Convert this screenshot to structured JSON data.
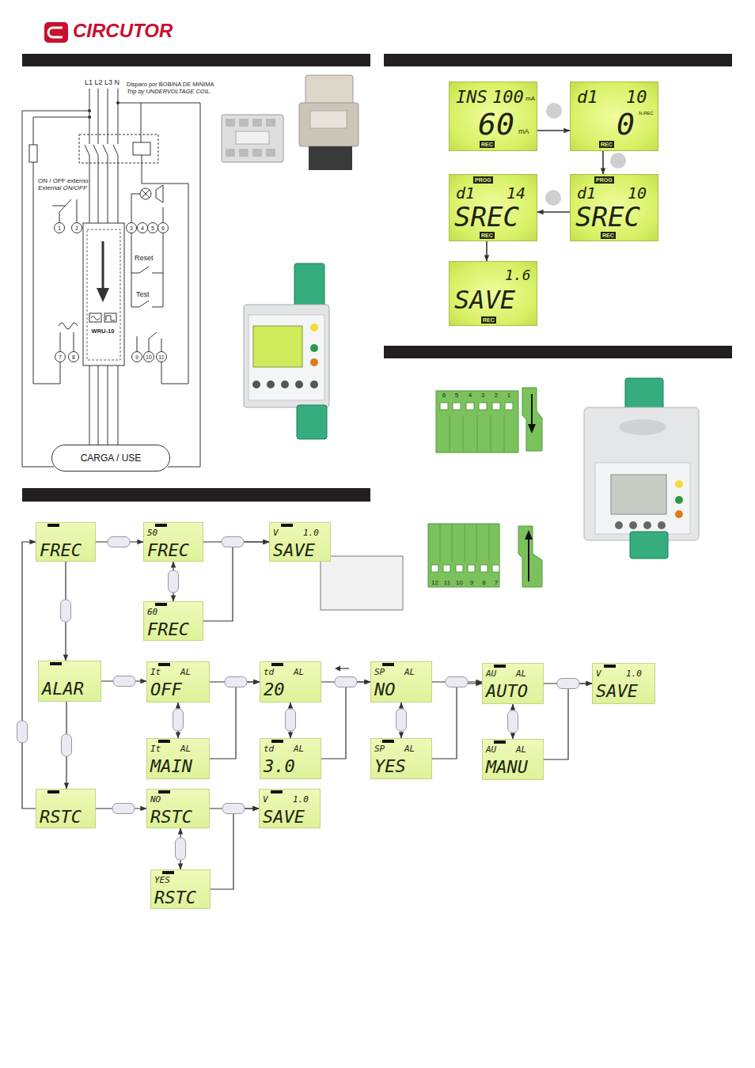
{
  "diagram": {
    "nodes": [
      {
        "text": [
          "CARGA / USE"
        ]
      },
      {
        "text": [
          "INS",
          "100",
          "mA",
          "60",
          "mA",
          "REC"
        ]
      },
      {
        "text": [
          "d1",
          "10",
          "N.REC",
          "0",
          "REC"
        ]
      },
      {
        "text": [
          "PROG",
          "d1",
          "10",
          "SREC",
          "REC"
        ]
      },
      {
        "text": [
          "PROG",
          "d1",
          "14",
          "SREC",
          "REC"
        ]
      },
      {
        "text": [
          "1.6",
          "SAVE",
          "REC"
        ]
      },
      {
        "text": [
          "FREC"
        ]
      },
      {
        "text": [
          "50",
          "FREC"
        ]
      },
      {
        "text": [
          "V",
          "1.0",
          "SAVE"
        ]
      },
      {
        "text": [
          "60",
          "FREC"
        ]
      },
      {
        "text": [
          "ALAR"
        ]
      },
      {
        "text": [
          "It",
          "AL",
          "OFF"
        ]
      },
      {
        "text": [
          "It",
          "AL",
          "MAIN"
        ]
      },
      {
        "text": [
          "td",
          "AL",
          "20"
        ]
      },
      {
        "text": [
          "td",
          "AL",
          "3.0"
        ]
      },
      {
        "text": [
          "SP",
          "AL",
          "NO"
        ]
      },
      {
        "text": [
          "SP",
          "AL",
          "YES"
        ]
      },
      {
        "text": [
          "AU",
          "AL",
          "AUTO"
        ]
      },
      {
        "text": [
          "AU",
          "AL",
          "MANU"
        ]
      },
      {
        "text": [
          "V",
          "1.0",
          "SAVE"
        ]
      },
      {
        "text": [
          "RSTC"
        ]
      },
      {
        "text": [
          "NO",
          "RSTC"
        ]
      },
      {
        "text": [
          "YES",
          "RSTC"
        ]
      },
      {
        "text": [
          "V",
          "1.0",
          "SAVE"
        ]
      }
    ],
    "edges": [
      {
        "from": 1,
        "to": 2,
        "arrow": "to"
      },
      {
        "from": 2,
        "to": 3,
        "arrow": "to"
      },
      {
        "from": 3,
        "to": 4,
        "arrow": "to"
      },
      {
        "from": 4,
        "to": 5,
        "arrow": "to"
      },
      {
        "from": 6,
        "to": 7,
        "arrow": "to"
      },
      {
        "from": 7,
        "to": 9,
        "arrow": "both"
      },
      {
        "from": 7,
        "to": 8,
        "arrow": "to"
      },
      {
        "from": 9,
        "to": 8,
        "arrow": "to"
      },
      {
        "from": 6,
        "to": 10,
        "arrow": "to"
      },
      {
        "from": 10,
        "to": 20,
        "arrow": "to"
      },
      {
        "from": 20,
        "to": 6,
        "arrow": "to"
      },
      {
        "from": 10,
        "to": 11,
        "arrow": "to"
      },
      {
        "from": 11,
        "to": 12,
        "arrow": "both"
      },
      {
        "from": 11,
        "to": 13,
        "arrow": "to"
      },
      {
        "from": 12,
        "to": 13,
        "arrow": "to"
      },
      {
        "from": 13,
        "to": 14,
        "arrow": "both"
      },
      {
        "from": 13,
        "to": 15,
        "arrow": "to"
      },
      {
        "from": 14,
        "to": 15,
        "arrow": "to"
      },
      {
        "from": 15,
        "to": 16,
        "arrow": "both"
      },
      {
        "from": 15,
        "to": 17,
        "arrow": "to"
      },
      {
        "from": 16,
        "to": 17,
        "arrow": "to"
      },
      {
        "from": 17,
        "to": 18,
        "arrow": "both"
      },
      {
        "from": 17,
        "to": 19,
        "arrow": "to"
      },
      {
        "from": 18,
        "to": 19,
        "arrow": "to"
      },
      {
        "from": 20,
        "to": 21,
        "arrow": "to"
      },
      {
        "from": 21,
        "to": 22,
        "arrow": "both"
      },
      {
        "from": 21,
        "to": 23,
        "arrow": "to"
      },
      {
        "from": 22,
        "to": 23,
        "arrow": "to"
      }
    ],
    "labels": [
      "CIRCUTOR",
      "L1 L2 L3 N",
      "Disparo por BOBINA DE MINIMA",
      "Trip by UNDERVOLTAGE COIL.",
      "ON / OFF externo",
      "External ON/OFF",
      "1",
      "2",
      "3",
      "4",
      "5",
      "6",
      "Reset",
      "Test",
      "WRU-10",
      "7",
      "8",
      "9",
      "10",
      "11",
      "6",
      "5",
      "4",
      "3",
      "2",
      "1",
      "12",
      "11",
      "10",
      "9",
      "8",
      "7"
    ]
  }
}
